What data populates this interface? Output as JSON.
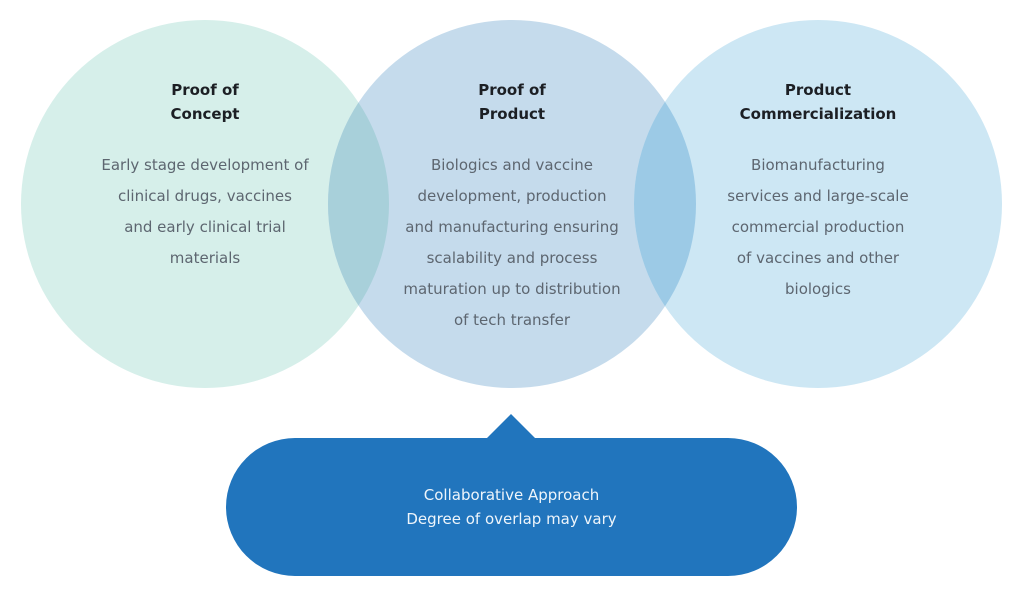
{
  "diagram": {
    "circles": [
      {
        "id": "proof-of-concept",
        "title": "Proof of\nConcept",
        "description": "Early stage development of\nclinical drugs, vaccines\nand early clinical trial\nmaterials",
        "color": "#d6efea"
      },
      {
        "id": "proof-of-product",
        "title": "Proof of\nProduct",
        "description": "Biologics and vaccine\ndevelopment, production\nand manufacturing ensuring\nscalability and process\nmaturation up to distribution\nof tech transfer",
        "color": "#c5dbec"
      },
      {
        "id": "product-commercialization",
        "title": "Product\nCommercialization",
        "description": "Biomanufacturing\nservices and large-scale\ncommercial production\nof vaccines and other\nbiologics",
        "color": "#cde7f4"
      }
    ],
    "overlap_colors": {
      "left": "#a8d0da",
      "right": "#9ccae6"
    },
    "callout": {
      "line1": "Collaborative Approach",
      "line2": "Degree of overlap may vary",
      "color": "#2175bd"
    }
  }
}
